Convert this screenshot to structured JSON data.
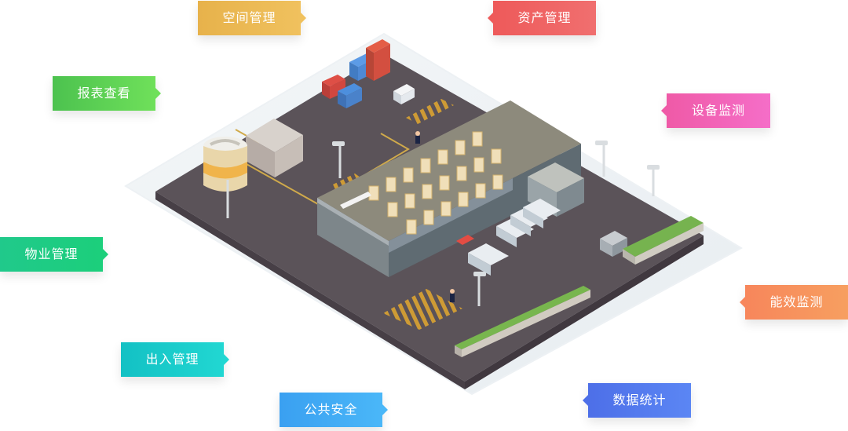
{
  "labels": {
    "space": "空间管理",
    "assets": "资产管理",
    "reports": "报表查看",
    "device": "设备监测",
    "property": "物业管理",
    "energy": "能效监测",
    "access": "出入管理",
    "security": "公共安全",
    "stats": "数据统计"
  },
  "colors": {
    "space": [
      "#e7b24b",
      "#f0c15e"
    ],
    "assets": [
      "#ee5a5a",
      "#f06f6f"
    ],
    "reports": [
      "#4cc24f",
      "#6fe05a"
    ],
    "device": [
      "#ef5aa7",
      "#f56ec8"
    ],
    "property": [
      "#20c98b",
      "#1ccf7b"
    ],
    "energy": [
      "#f7865b",
      "#f79f60"
    ],
    "access": [
      "#13c1c4",
      "#21d7d2"
    ],
    "security": [
      "#3aa0f1",
      "#4ab7f8"
    ],
    "stats": [
      "#4d6fe8",
      "#5b86f4"
    ]
  }
}
